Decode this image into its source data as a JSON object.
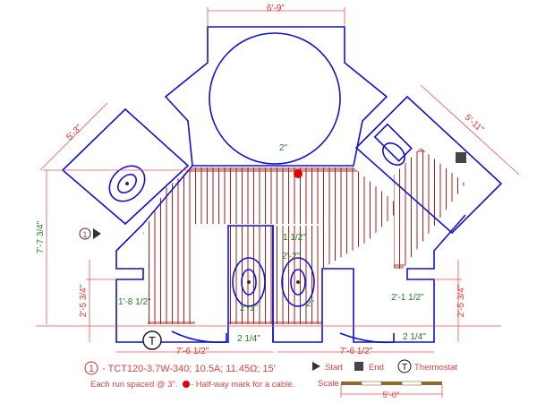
{
  "dimensions": {
    "top_width": "6'-9\"",
    "left_diag": "5'-3\"",
    "right_diag": "5'-11\"",
    "left_height": "7'-7 3/4\"",
    "top_gap": "2\"",
    "mid_gap": "1 1/2\"",
    "center_width": "2'-2\"",
    "left_center_width": "2'-1\"",
    "left_side": "1'-8 1/2\"",
    "right_side": "2'-1 1/2\"",
    "left_low_height": "2'-5 3/4\"",
    "right_low_height": "2'-5 3/4\"",
    "left_bottom_gap": "2 1/4\"",
    "right_bottom_gap": "2 1/4\"",
    "left_bottom_width": "7'-6 1/2\"",
    "right_bottom_width": "7'-6 1/2\"",
    "toilet_gap": "2\""
  },
  "cable_marker": "1",
  "thermostat_symbol": "T",
  "legend": {
    "cable_number": "1",
    "cable_spec": "- TCT120-3.7W-340; 10.5A; 11.45Ω; 15'",
    "start_label": "Start",
    "end_label": "End",
    "thermostat_symbol": "T",
    "thermostat_label": "Thermostat",
    "spacing_note": "Each run spaced @ 3\".",
    "halfway_note": "- Half-way mark for a cable.",
    "scale_label": "Scale",
    "scale_length": "5'-0\""
  },
  "colors": {
    "wall": "#1010d0",
    "cable": "#a02020",
    "dimension": "#e03030",
    "note": "#208020"
  }
}
